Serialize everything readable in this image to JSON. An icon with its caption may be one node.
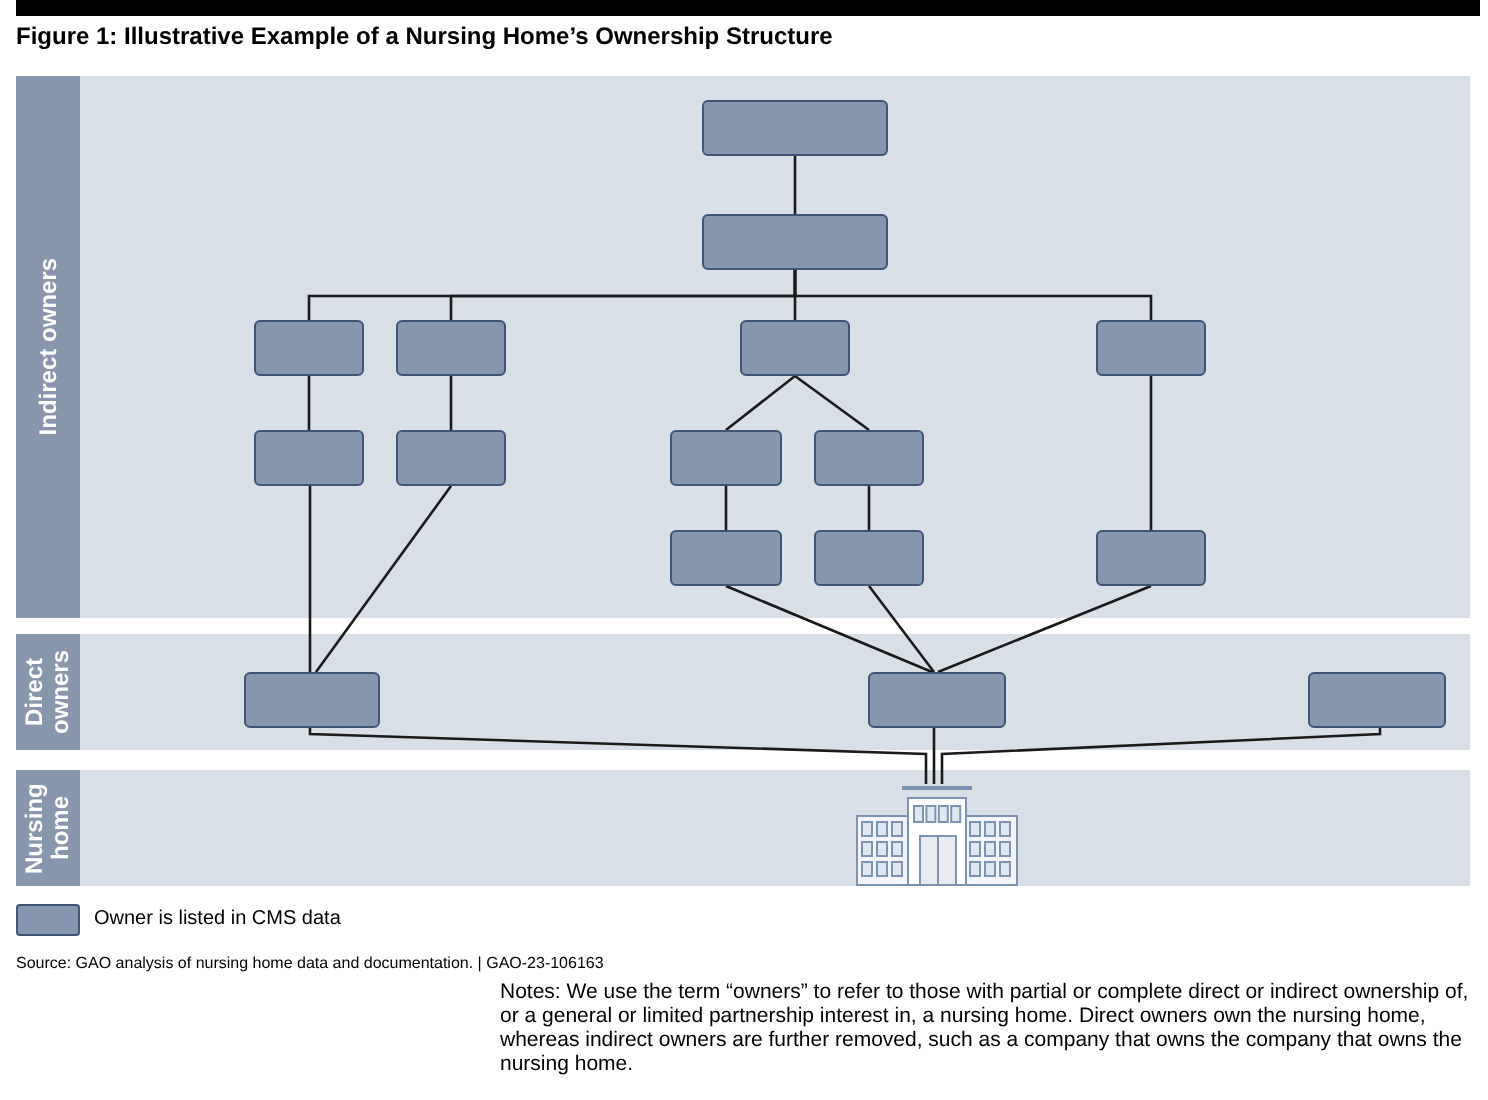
{
  "diagram": {
    "title": "Figure 1: Illustrative Example of a Nursing Home’s Ownership Structure",
    "nodes": [
      {
        "text": [
          "Indirect owners"
        ]
      },
      {
        "text": [],
        "shape": "box",
        "in": 0
      },
      {
        "text": [],
        "shape": "box",
        "in": 0
      },
      {
        "text": [],
        "shape": "box",
        "in": 0
      },
      {
        "text": [],
        "shape": "box",
        "in": 0
      },
      {
        "text": [],
        "shape": "box",
        "in": 0
      },
      {
        "text": [],
        "shape": "box",
        "in": 0
      },
      {
        "text": [],
        "shape": "box",
        "in": 0
      },
      {
        "text": [],
        "shape": "box",
        "in": 0
      },
      {
        "text": [],
        "shape": "box",
        "in": 0
      },
      {
        "text": [],
        "shape": "box",
        "in": 0
      },
      {
        "text": [],
        "shape": "box",
        "in": 0
      },
      {
        "text": [],
        "shape": "box",
        "in": 0
      },
      {
        "text": [],
        "shape": "box",
        "in": 0
      },
      {
        "text": [
          "Direct owners"
        ]
      },
      {
        "text": [],
        "shape": "box",
        "in": 14
      },
      {
        "text": [],
        "shape": "box",
        "in": 14
      },
      {
        "text": [],
        "shape": "box",
        "in": 14
      },
      {
        "text": [
          "Nursing home"
        ]
      },
      {
        "text": [],
        "shape": "picture",
        "in": 18
      }
    ],
    "edges": [
      {
        "from": 1,
        "to": 2,
        "arrow": "none"
      },
      {
        "from": 2,
        "to": 3,
        "arrow": "none"
      },
      {
        "from": 2,
        "to": 4,
        "arrow": "none"
      },
      {
        "from": 2,
        "to": 5,
        "arrow": "none"
      },
      {
        "from": 2,
        "to": 6,
        "arrow": "none"
      },
      {
        "from": 3,
        "to": 7,
        "arrow": "none"
      },
      {
        "from": 4,
        "to": 8,
        "arrow": "none"
      },
      {
        "from": 5,
        "to": 9,
        "arrow": "none"
      },
      {
        "from": 5,
        "to": 10,
        "arrow": "none"
      },
      {
        "from": 9,
        "to": 11,
        "arrow": "none"
      },
      {
        "from": 10,
        "to": 12,
        "arrow": "none"
      },
      {
        "from": 6,
        "to": 13,
        "arrow": "none"
      },
      {
        "from": 7,
        "to": 15,
        "arrow": "none"
      },
      {
        "from": 8,
        "to": 15,
        "arrow": "none"
      },
      {
        "from": 11,
        "to": 16,
        "arrow": "none"
      },
      {
        "from": 12,
        "to": 16,
        "arrow": "none"
      },
      {
        "from": 13,
        "to": 16,
        "arrow": "none"
      },
      {
        "from": 15,
        "to": 19,
        "arrow": "none"
      },
      {
        "from": 16,
        "to": 19,
        "arrow": "none"
      },
      {
        "from": 17,
        "to": 19,
        "arrow": "none"
      }
    ],
    "labels": [
      "Source: GAO analysis of nursing home data and documentation. | GAO-23-106163",
      "Notes: We use the term “owners” to refer to those with partial or complete direct or indirect ownership of, or a general or limited partnership interest in, a nursing home. Direct owners own the nursing home, whereas indirect owners are further removed, such as a company that owns the company that owns the nursing home."
    ],
    "legend": [
      {
        "text": "Owner is listed in CMS data",
        "color": "#8596ae"
      }
    ]
  }
}
